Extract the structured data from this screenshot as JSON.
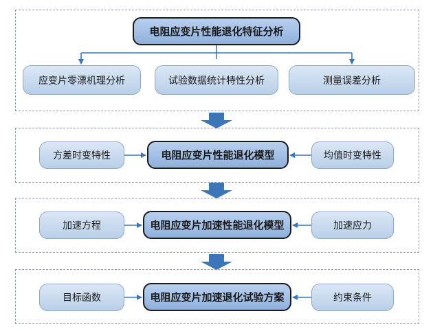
{
  "colors": {
    "arrow": "#3a76b8",
    "dash": "#8a9bb5",
    "main_fill": "#9fbde4",
    "side_fill": "#c9dbef"
  },
  "section1": {
    "main": "电阻应变片性能退化特征分析",
    "children": [
      "应变片零漂机理分析",
      "试验数据统计特性分析",
      "测量误差分析"
    ]
  },
  "section2": {
    "left": "方差时变特性",
    "main": "电阻应变片性能退化模型",
    "right": "均值时变特性"
  },
  "section3": {
    "left": "加速方程",
    "main": "电阻应变片加速性能退化模型",
    "right": "加速应力"
  },
  "section4": {
    "left": "目标函数",
    "main": "电阻应变片加速退化试验方案",
    "right": "约束条件"
  }
}
